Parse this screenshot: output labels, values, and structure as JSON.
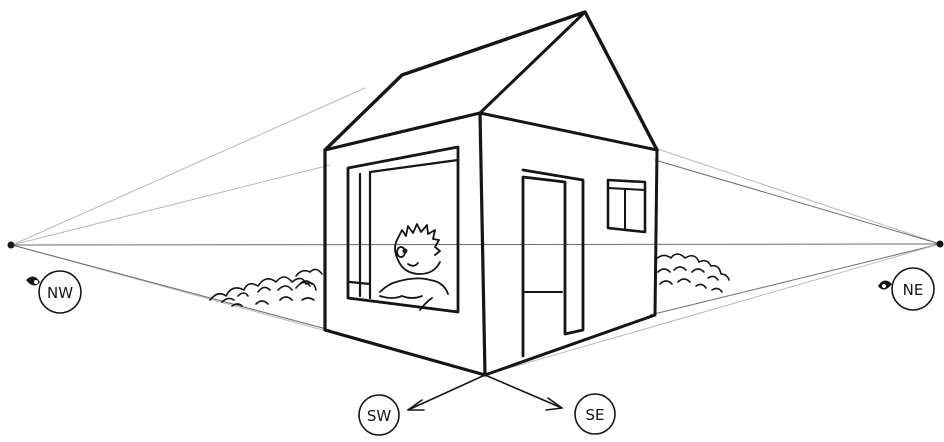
{
  "labels": {
    "nw": "NW",
    "ne": "NE",
    "sw": "SW",
    "se": "SE"
  },
  "colors": {
    "ink": "#151515",
    "guide": "#6d6d6d",
    "paper": "#ffffff"
  },
  "icons": {
    "vanishing_point_left": "dot",
    "vanishing_point_right": "dot",
    "eye_left": "eye-icon",
    "eye_right": "eye-icon"
  }
}
